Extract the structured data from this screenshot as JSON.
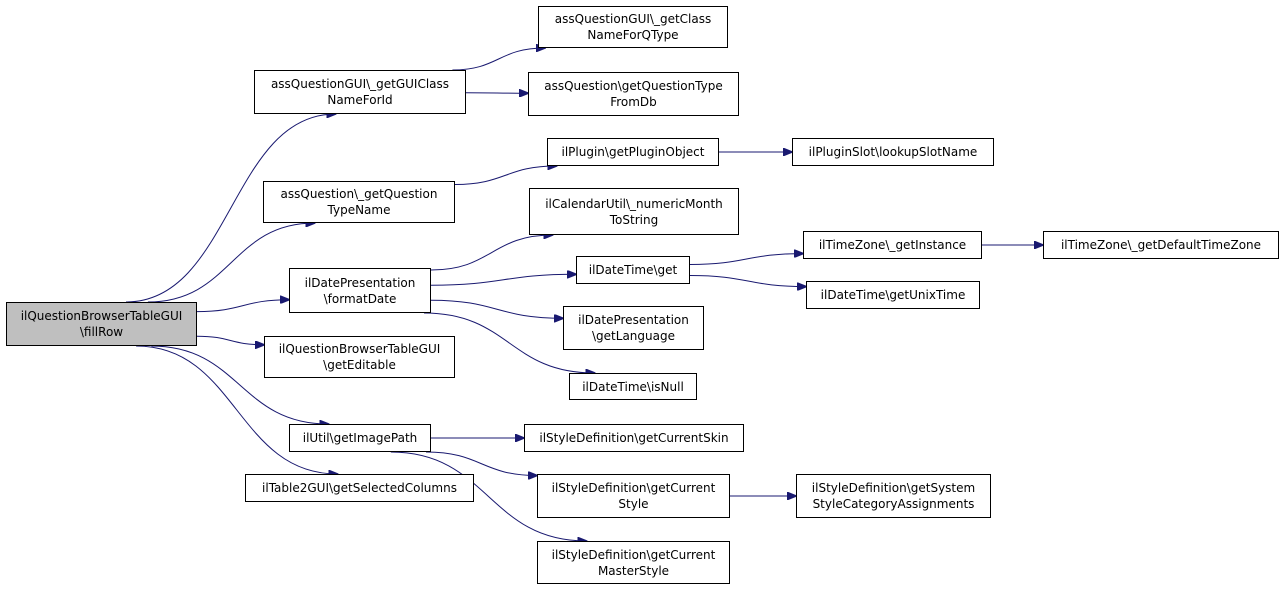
{
  "graph": {
    "edge_color": "#191970",
    "root_fill": "#bfbfbf",
    "nodes": {
      "root": [
        "ilQuestionBrowserTableGUI",
        "\\fillRow"
      ],
      "getGUIClassNameForId": [
        "assQuestionGUI\\_getGUIClass",
        "NameForId"
      ],
      "getClassNameForQType": [
        "assQuestionGUI\\_getClass",
        "NameForQType"
      ],
      "getQuestionTypeFromDb": [
        "assQuestion\\getQuestionType",
        "FromDb"
      ],
      "getQuestionTypeName": [
        "assQuestion\\_getQuestion",
        "TypeName"
      ],
      "getPluginObject": [
        "ilPlugin\\getPluginObject"
      ],
      "lookupSlotName": [
        "ilPluginSlot\\lookupSlotName"
      ],
      "numericMonthToString": [
        "ilCalendarUtil\\_numericMonth",
        "ToString"
      ],
      "formatDate": [
        "ilDatePresentation",
        "\\formatDate"
      ],
      "dateTimeGet": [
        "ilDateTime\\get"
      ],
      "getInstance": [
        "ilTimeZone\\_getInstance"
      ],
      "getDefaultTimeZone": [
        "ilTimeZone\\_getDefaultTimeZone"
      ],
      "getUnixTime": [
        "ilDateTime\\getUnixTime"
      ],
      "getLanguage": [
        "ilDatePresentation",
        "\\getLanguage"
      ],
      "isNull": [
        "ilDateTime\\isNull"
      ],
      "getEditable": [
        "ilQuestionBrowserTableGUI",
        "\\getEditable"
      ],
      "getImagePath": [
        "ilUtil\\getImagePath"
      ],
      "getCurrentSkin": [
        "ilStyleDefinition\\getCurrentSkin"
      ],
      "getCurrentStyle": [
        "ilStyleDefinition\\getCurrent",
        "Style"
      ],
      "getSystemStyleCategoryAssignments": [
        "ilStyleDefinition\\getSystem",
        "StyleCategoryAssignments"
      ],
      "getCurrentMasterStyle": [
        "ilStyleDefinition\\getCurrent",
        "MasterStyle"
      ],
      "getSelectedColumns": [
        "ilTable2GUI\\getSelectedColumns"
      ]
    },
    "edges": [
      [
        "root",
        "getGUIClassNameForId"
      ],
      [
        "root",
        "getQuestionTypeName"
      ],
      [
        "root",
        "formatDate"
      ],
      [
        "root",
        "getEditable"
      ],
      [
        "root",
        "getImagePath"
      ],
      [
        "root",
        "getSelectedColumns"
      ],
      [
        "getGUIClassNameForId",
        "getClassNameForQType"
      ],
      [
        "getGUIClassNameForId",
        "getQuestionTypeFromDb"
      ],
      [
        "getQuestionTypeName",
        "getPluginObject"
      ],
      [
        "getPluginObject",
        "lookupSlotName"
      ],
      [
        "formatDate",
        "numericMonthToString"
      ],
      [
        "formatDate",
        "dateTimeGet"
      ],
      [
        "formatDate",
        "getLanguage"
      ],
      [
        "formatDate",
        "isNull"
      ],
      [
        "dateTimeGet",
        "getInstance"
      ],
      [
        "dateTimeGet",
        "getUnixTime"
      ],
      [
        "getInstance",
        "getDefaultTimeZone"
      ],
      [
        "getImagePath",
        "getCurrentSkin"
      ],
      [
        "getImagePath",
        "getCurrentStyle"
      ],
      [
        "getImagePath",
        "getCurrentMasterStyle"
      ],
      [
        "getCurrentStyle",
        "getSystemStyleCategoryAssignments"
      ]
    ]
  }
}
